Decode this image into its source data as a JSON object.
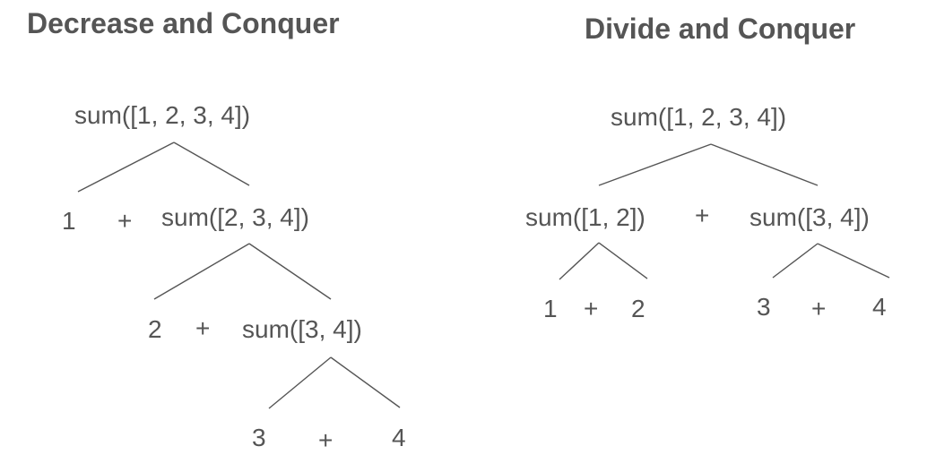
{
  "left_panel": {
    "title": "Decrease and Conquer",
    "root": "sum([1, 2, 3, 4])",
    "level1": {
      "head": "1",
      "op": "+",
      "rest": "sum([2, 3, 4])"
    },
    "level2": {
      "head": "2",
      "op": "+",
      "rest": "sum([3, 4])"
    },
    "level3": {
      "left": "3",
      "op": "+",
      "right": "4"
    }
  },
  "right_panel": {
    "title": "Divide and Conquer",
    "root": "sum([1, 2, 3, 4])",
    "split": {
      "left": "sum([1, 2])",
      "op": "+",
      "right": "sum([3, 4])"
    },
    "left_leaves": {
      "left": "1",
      "op": "+",
      "right": "2"
    },
    "right_leaves": {
      "left": "3",
      "op": "+",
      "right": "4"
    }
  },
  "colors": {
    "text": "#555555",
    "edge": "#555555",
    "background": "#ffffff"
  }
}
